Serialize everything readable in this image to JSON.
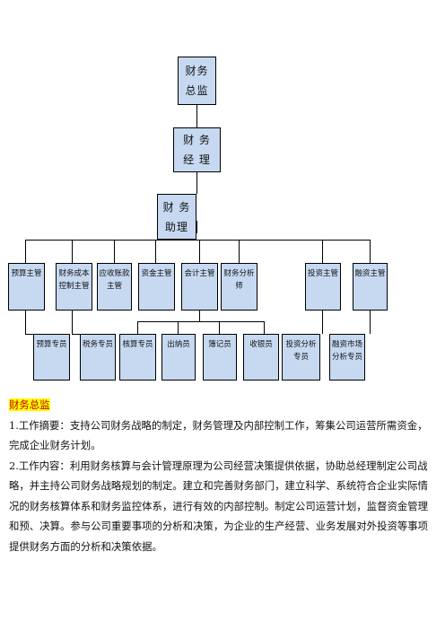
{
  "org_chart": {
    "top": [
      {
        "id": "cfo",
        "label": "财务\n总监"
      },
      {
        "id": "fin_manager",
        "label": "财 务\n经 理"
      },
      {
        "id": "fin_assistant",
        "label": "财 务\n助理"
      }
    ],
    "supervisors": [
      {
        "id": "s1",
        "label": "预算主管"
      },
      {
        "id": "s2",
        "label": "财务成本\n控制主管"
      },
      {
        "id": "s3",
        "label": "应收账款\n主管"
      },
      {
        "id": "s4",
        "label": "资金主管"
      },
      {
        "id": "s5",
        "label": "会计主管"
      },
      {
        "id": "s6",
        "label": "财务分析\n师"
      },
      {
        "id": "s7",
        "label": "投资主管"
      },
      {
        "id": "s8",
        "label": "融资主管"
      }
    ],
    "staff": [
      {
        "id": "e1",
        "label": "预算专员"
      },
      {
        "id": "e2",
        "label": "税务专员"
      },
      {
        "id": "e3",
        "label": "核算专员"
      },
      {
        "id": "e4",
        "label": "出纳员"
      },
      {
        "id": "e5",
        "label": "簿记员"
      },
      {
        "id": "e6",
        "label": "收银员"
      },
      {
        "id": "e7",
        "label": "投资分析\n专员"
      },
      {
        "id": "e8",
        "label": "融资市场\n分析专员"
      }
    ]
  },
  "document": {
    "heading": "财务总监",
    "paragraphs": [
      "1.工作摘要：支持公司财务战略的制定，财务管理及内部控制工作，筹集公司运营所需资金，完成企业财务计划。",
      "2.工作内容：利用财务核算与会计管理原理为公司经营决策提供依据，协助总经理制定公司战略，并主持公司财务战略规划的制定。建立和完善财务部门，建立科学、系统符合企业实际情况的财务核算体系和财务监控体系，进行有效的内部控制。制定公司运营计划，监督资金管理和预、决算。参与公司重要事项的分析和决策，为企业的生产经营、业务发展对外投资等事项提供财务方面的分析和决策依据。"
    ]
  }
}
